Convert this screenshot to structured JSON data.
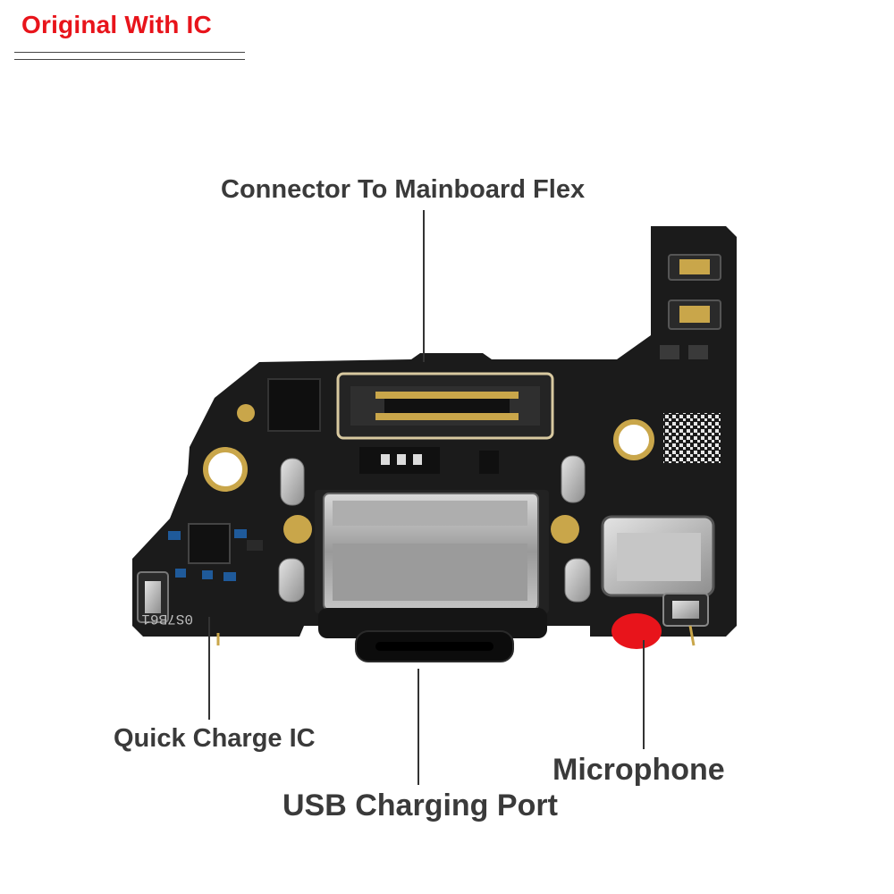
{
  "badge": {
    "text": "Original With IC",
    "color": "#e8141b"
  },
  "labels": {
    "connector": "Connector To Mainboard Flex",
    "quick_charge_ic": "Quick Charge IC",
    "usb_port": "USB Charging Port",
    "microphone": "Microphone"
  },
  "board": {
    "pcb_color": "#1b1b1b",
    "silkscreen_text": "0S7B61",
    "microphone_marker_color": "#e8141b"
  }
}
